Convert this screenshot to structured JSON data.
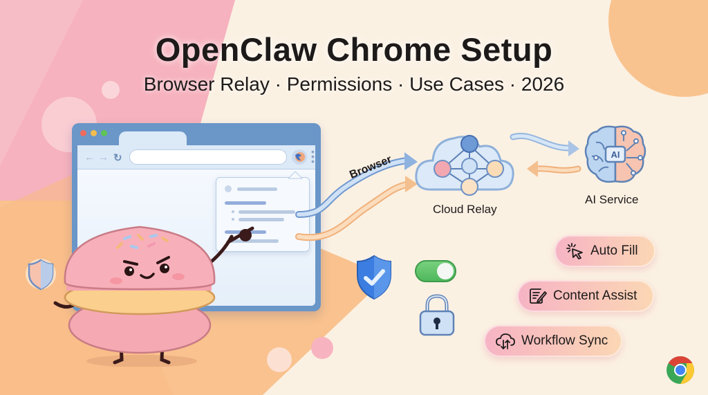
{
  "header": {
    "title": "OpenClaw Chrome Setup",
    "subtitle": "Browser Relay · Permissions · Use Cases · 2026"
  },
  "browser_window": {
    "traffic_lights": [
      "#ef6a5e",
      "#f5bd4f",
      "#5fc454"
    ],
    "nav_back": "←",
    "nav_forward": "→",
    "reload": "↻",
    "menu": "⋮",
    "extension_icon": "openclaw-extension-icon"
  },
  "flow": {
    "arrow_label": "Browser",
    "relay_label": "Cloud Relay",
    "ai_label": "AI Service",
    "ai_badge": "AI"
  },
  "permissions": {
    "shield_icon": "shield-check-icon",
    "toggle_state": "on",
    "lock_icon": "lock-icon"
  },
  "use_cases": [
    {
      "label": "Auto Fill",
      "icon": "cursor-click-icon"
    },
    {
      "label": "Content Assist",
      "icon": "document-edit-icon"
    },
    {
      "label": "Workflow Sync",
      "icon": "cloud-sync-icon"
    }
  ],
  "colors": {
    "pink": "#f4a9b8",
    "peach": "#f8c38c",
    "cream": "#fbf1e3",
    "browser_blue": "#6a96c8",
    "toggle_green": "#5cc466",
    "shield_blue": "#3b7de0"
  }
}
